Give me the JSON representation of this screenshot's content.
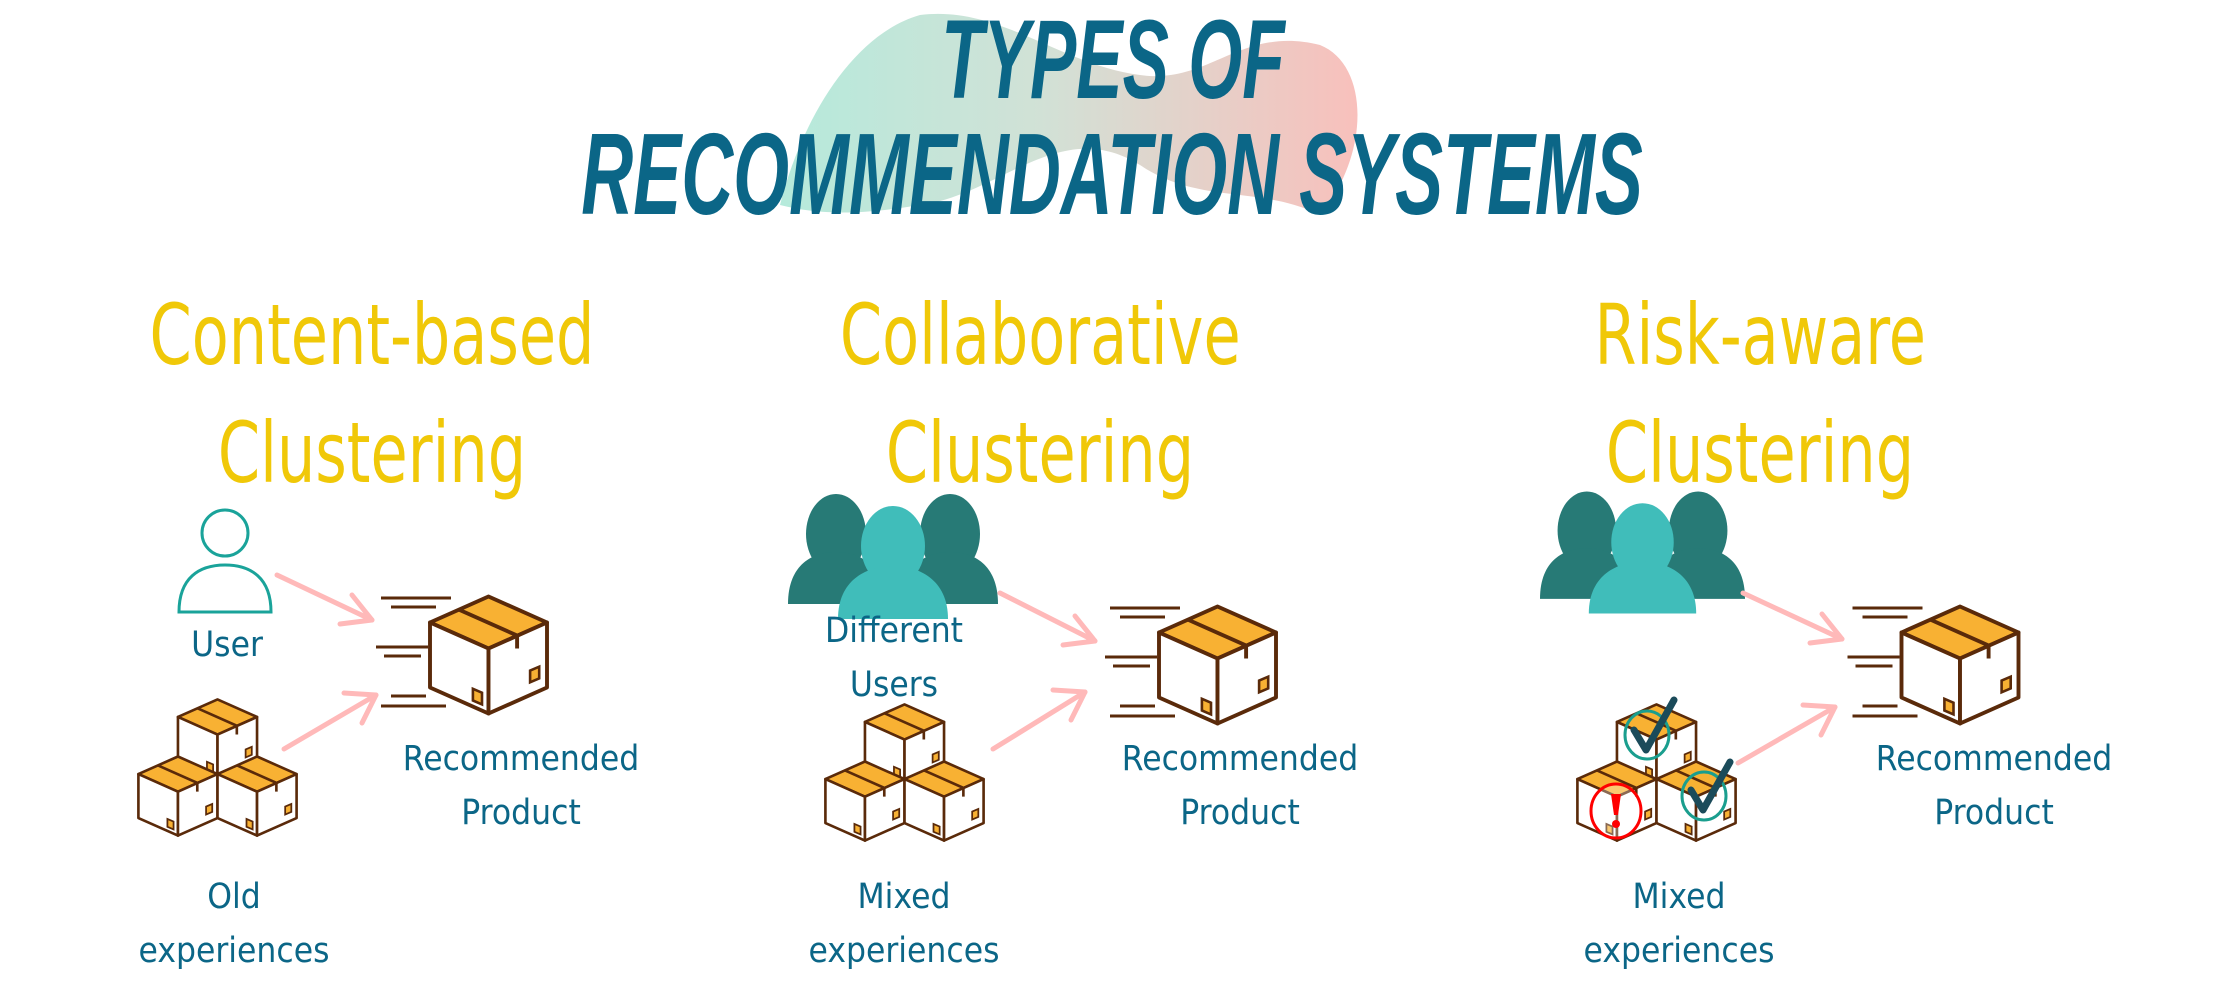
{
  "title": {
    "line1": "TYPES OF",
    "line2": "RECOMMENDATION SYSTEMS"
  },
  "colors": {
    "title": "#0B6687",
    "heading": "#F0C808",
    "label": "#0B6687",
    "arrow": "#FFB9B9",
    "box_top": "#F8B133",
    "box_stroke": "#5A2A0A",
    "user_dark": "#277A76",
    "user_light": "#40BDBA",
    "check": "#1B4B5A",
    "warning": "#FF0000"
  },
  "panels": [
    {
      "heading1": "Content-based",
      "heading2": "Clustering",
      "source1": "User",
      "source2_line1": "Old",
      "source2_line2": "experiences",
      "result_line1": "Recommended",
      "result_line2": "Product",
      "icons": [
        "user-outline-icon",
        "box-stack-icon",
        "package-icon"
      ]
    },
    {
      "heading1": "Collaborative",
      "heading2": "Clustering",
      "source1_line1": "Different",
      "source1_line2": "Users",
      "source2_line1": "Mixed",
      "source2_line2": "experiences",
      "result_line1": "Recommended",
      "result_line2": "Product",
      "icons": [
        "user-group-icon",
        "box-stack-icon",
        "package-icon"
      ]
    },
    {
      "heading1": "Risk-aware",
      "heading2": "Clustering",
      "source2_line1": "Mixed",
      "source2_line2": "experiences",
      "result_line1": "Recommended",
      "result_line2": "Product",
      "icons": [
        "user-group-icon",
        "box-stack-checked-icon",
        "package-icon"
      ]
    }
  ]
}
